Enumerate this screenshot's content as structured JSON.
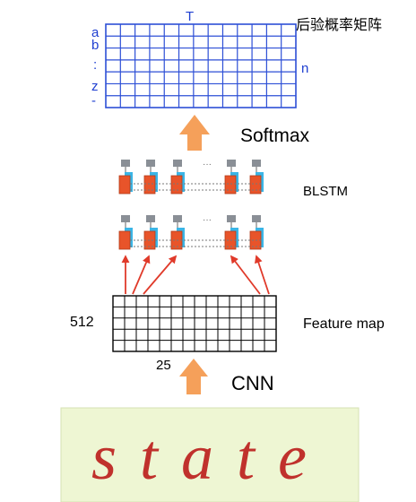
{
  "output_matrix": {
    "title_cn": "后验概率矩阵",
    "top_label": "T",
    "side_label": "n",
    "row_labels": [
      "a",
      "b",
      ":",
      "z",
      "-"
    ],
    "rows": 7,
    "cols": 13
  },
  "softmax_label": "Softmax",
  "blstm_label": "BLSTM",
  "feature_map": {
    "label": "Feature map",
    "height_label": "512",
    "width_label": "25",
    "rows": 5,
    "cols": 14
  },
  "cnn_label": "CNN",
  "input_image_text": "state",
  "colors": {
    "grid_blue": "#2d4fd6",
    "arrow_orange": "#f5a05a",
    "lstm_red": "#e8542a",
    "lstm_blue": "#3ab5e6",
    "lstm_gray": "#8a8f96",
    "connector_red": "#e03a2a",
    "input_bg": "#eef6d3",
    "input_text": "#c0312c"
  }
}
